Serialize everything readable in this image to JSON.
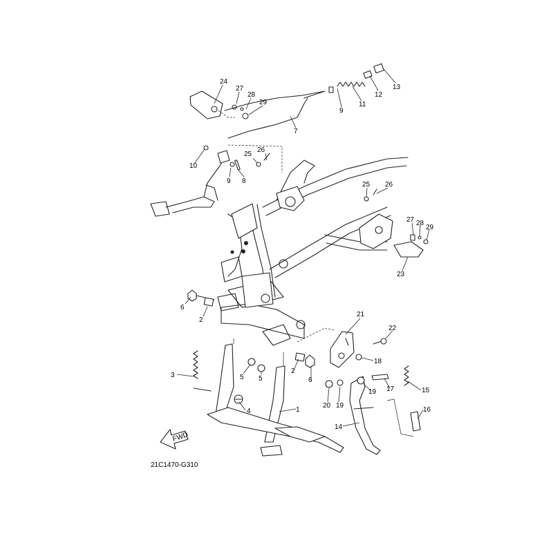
{
  "diagram": {
    "code": "21C1470-G310",
    "fwd_label": "FWD",
    "callouts": [
      {
        "id": "c24",
        "label": "24"
      },
      {
        "id": "c27a",
        "label": "27"
      },
      {
        "id": "c28a",
        "label": "28"
      },
      {
        "id": "c29a",
        "label": "29"
      },
      {
        "id": "c7",
        "label": "7"
      },
      {
        "id": "c9a",
        "label": "9"
      },
      {
        "id": "c11",
        "label": "11"
      },
      {
        "id": "c12",
        "label": "12"
      },
      {
        "id": "c13",
        "label": "13"
      },
      {
        "id": "c10",
        "label": "10"
      },
      {
        "id": "c25a",
        "label": "25"
      },
      {
        "id": "c26a",
        "label": "26"
      },
      {
        "id": "c9b",
        "label": "9"
      },
      {
        "id": "c8",
        "label": "8"
      },
      {
        "id": "c25b",
        "label": "25"
      },
      {
        "id": "c26b",
        "label": "26"
      },
      {
        "id": "c27b",
        "label": "27"
      },
      {
        "id": "c28b",
        "label": "28"
      },
      {
        "id": "c29b",
        "label": "29"
      },
      {
        "id": "c23",
        "label": "23"
      },
      {
        "id": "c6a",
        "label": "6"
      },
      {
        "id": "c2a",
        "label": "2"
      },
      {
        "id": "c21",
        "label": "21"
      },
      {
        "id": "c22",
        "label": "22"
      },
      {
        "id": "c18",
        "label": "18"
      },
      {
        "id": "c3",
        "label": "3"
      },
      {
        "id": "c5a",
        "label": "5"
      },
      {
        "id": "c5b",
        "label": "5"
      },
      {
        "id": "c2b",
        "label": "2"
      },
      {
        "id": "c6b",
        "label": "6"
      },
      {
        "id": "c20",
        "label": "20"
      },
      {
        "id": "c19a",
        "label": "19"
      },
      {
        "id": "c19b",
        "label": "19"
      },
      {
        "id": "c17",
        "label": "17"
      },
      {
        "id": "c15",
        "label": "15"
      },
      {
        "id": "c4",
        "label": "4"
      },
      {
        "id": "c1",
        "label": "1"
      },
      {
        "id": "c14",
        "label": "14"
      },
      {
        "id": "c16",
        "label": "16"
      }
    ]
  }
}
